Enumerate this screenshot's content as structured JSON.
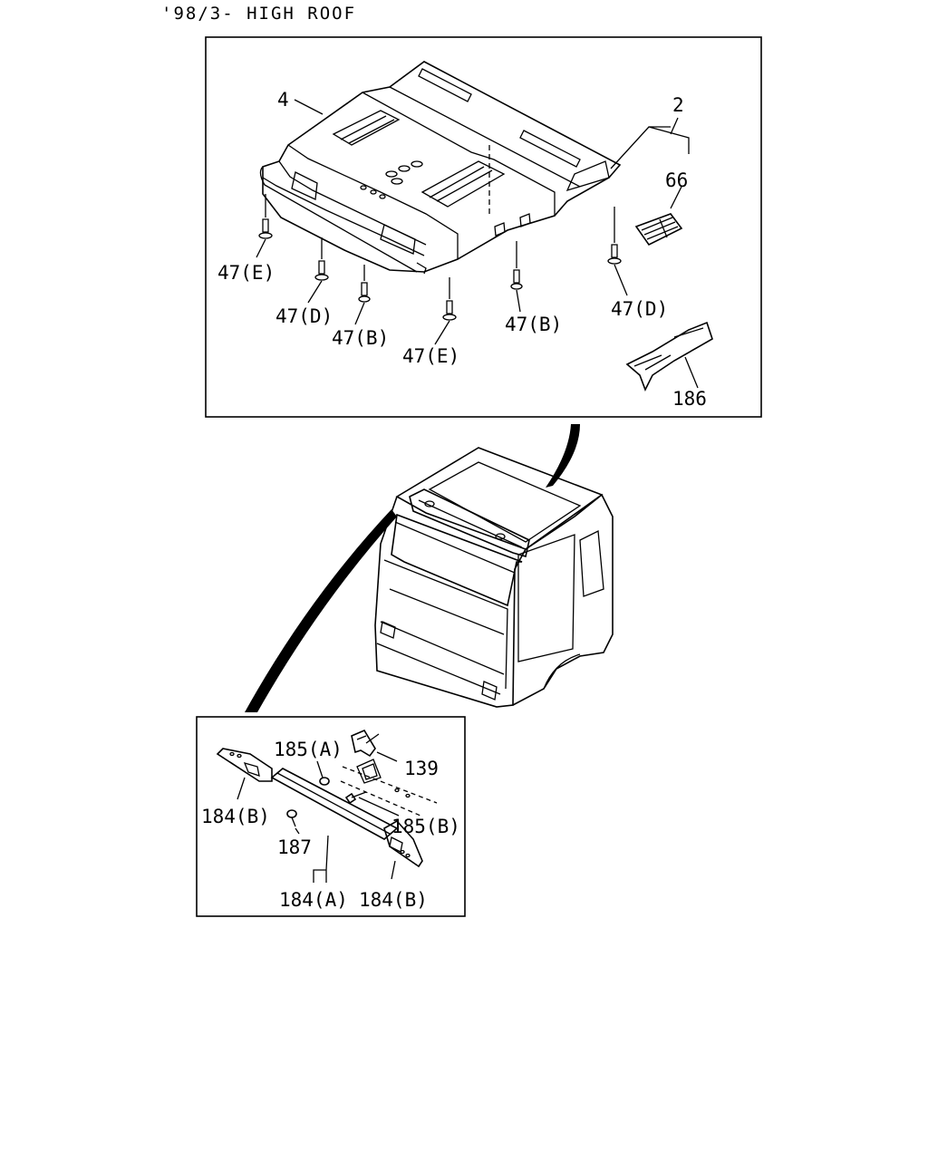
{
  "title": "'98/3- HIGH ROOF",
  "callouts": {
    "c4": "4",
    "c2": "2",
    "c66": "66",
    "c47e_left": "47(E)",
    "c47d_left": "47(D)",
    "c47b_left": "47(B)",
    "c47e_mid": "47(E)",
    "c47b_right": "47(B)",
    "c47d_right": "47(D)",
    "c186": "186",
    "c185a": "185(A)",
    "c139": "139",
    "c184b_left": "184(B)",
    "c185b": "185(B)",
    "c187": "187",
    "c184a": "184(A)",
    "c184b_right": "184(B)"
  }
}
